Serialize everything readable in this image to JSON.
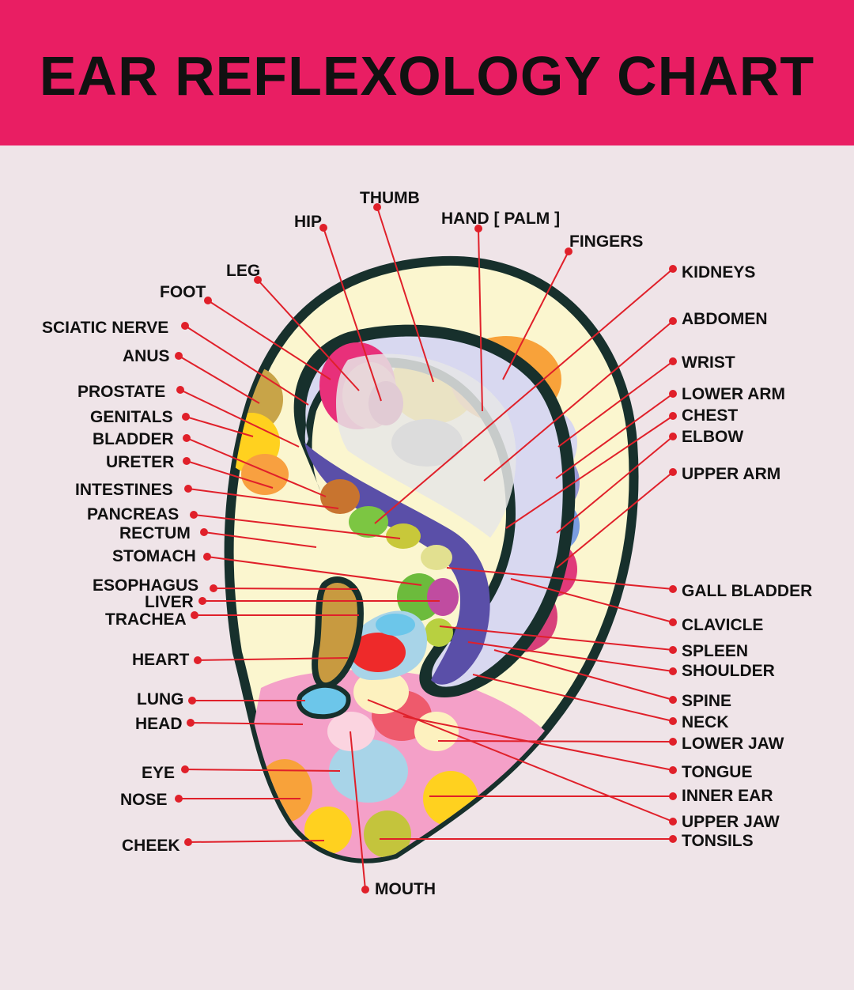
{
  "title": "EAR REFLEXOLOGY CHART",
  "colors": {
    "banner": "#e91e63",
    "background": "#efe4e8",
    "label_text": "#111111",
    "leader_line": "#e0202a",
    "ear_outline": "#17302c",
    "ear_base": "#fbf6cf"
  },
  "labels": {
    "thumb": "THUMB",
    "hip": "HIP",
    "hand_palm": "HAND [ PALM ]",
    "fingers": "FINGERS",
    "leg": "LEG",
    "foot": "FOOT",
    "sciatic_nerve": "SCIATIC NERVE",
    "anus": "ANUS",
    "prostate": "PROSTATE",
    "genitals": "GENITALS",
    "bladder": "BLADDER",
    "ureter": "URETER",
    "intestines": "INTESTINES",
    "pancreas": "PANCREAS",
    "rectum": "RECTUM",
    "stomach": "STOMACH",
    "esophagus": "ESOPHAGUS",
    "liver": "LIVER",
    "trachea": "TRACHEA",
    "heart": "HEART",
    "lung": "LUNG",
    "head": "HEAD",
    "eye": "EYE",
    "nose": "NOSE",
    "cheek": "CHEEK",
    "mouth": "MOUTH",
    "kidneys": "KIDNEYS",
    "abdomen": "ABDOMEN",
    "wrist": "WRIST",
    "lower_arm": "LOWER ARM",
    "chest": "CHEST",
    "elbow": "ELBOW",
    "upper_arm": "UPPER ARM",
    "gall_bladder": "GALL BLADDER",
    "clavicle": "CLAVICLE",
    "spleen": "SPLEEN",
    "shoulder": "SHOULDER",
    "spine": "SPINE",
    "neck": "NECK",
    "lower_jaw": "LOWER JAW",
    "tongue": "TONGUE",
    "inner_ear": "INNER EAR",
    "upper_jaw": "UPPER JAW",
    "tonsils": "TONSILS"
  }
}
